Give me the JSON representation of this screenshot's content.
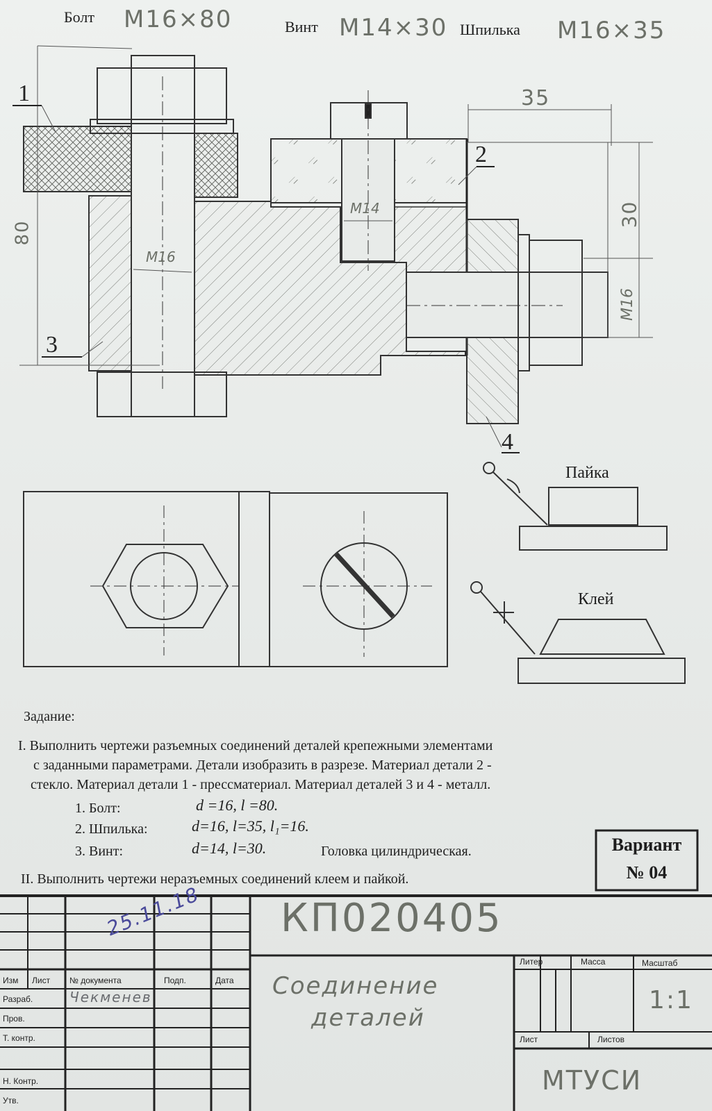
{
  "header": {
    "bolt_label": "Болт",
    "bolt_value": "М16×80",
    "screw_label": "Винт",
    "screw_value": "М14×30",
    "stud_label": "Шпилька",
    "stud_value": "М16×35"
  },
  "drawing": {
    "part_1": "1",
    "part_2": "2",
    "part_3": "3",
    "part_4": "4",
    "dim_80": "80",
    "dim_35": "35",
    "dim_30": "30",
    "dim_m16_stud": "М16",
    "dim_m16_bolt": "М16",
    "dim_m14": "М14",
    "solder_label": "Пайка",
    "glue_label": "Клей"
  },
  "task": {
    "heading": "Задание:",
    "item1_line1": "I. Выполнить чертежи разъемных соединений деталей крепежными элементами",
    "item1_line2": "с заданными параметрами. Детали изобразить в разрезе. Материал детали 2 -",
    "item1_line3": "стекло. Материал детали 1 - прессматериал. Материал деталей 3 и 4 - металл.",
    "sub1_label": "1. Болт:",
    "sub1_params": "d =16,   l =80.",
    "sub2_label": "2. Шпилька:",
    "sub2_params": "d=16,  l=35,  l₁=16.",
    "sub3_label": "3. Винт:",
    "sub3_params": "d=14,  l=30.",
    "sub3_note": "Головка цилиндрическая.",
    "item2": "II. Выполнить чертежи неразъемных соединений клеем и пайкой.",
    "variant_label": "Вариант",
    "variant_number": "№ 04"
  },
  "title_block": {
    "doc_code": "КП020405",
    "doc_title_line1": "Соединение",
    "doc_title_line2": "деталей",
    "org": "МТУСИ",
    "scale_value": "1:1",
    "developer_name": "Чекменев",
    "stamp_date": "25.11.18",
    "col_izm": "Изм",
    "col_list": "Лист",
    "col_doc": "№ документа",
    "col_sign": "Подп.",
    "col_date": "Дата",
    "row_razrab": "Разраб.",
    "row_prov": "Пров.",
    "row_tkontr": "Т. контр.",
    "row_nkontr": "Н. Контр.",
    "row_utv": "Утв.",
    "hdr_liter": "Литер",
    "hdr_massa": "Масса",
    "hdr_masshtab": "Масштаб",
    "hdr_list": "Лист",
    "hdr_listov": "Листов"
  }
}
